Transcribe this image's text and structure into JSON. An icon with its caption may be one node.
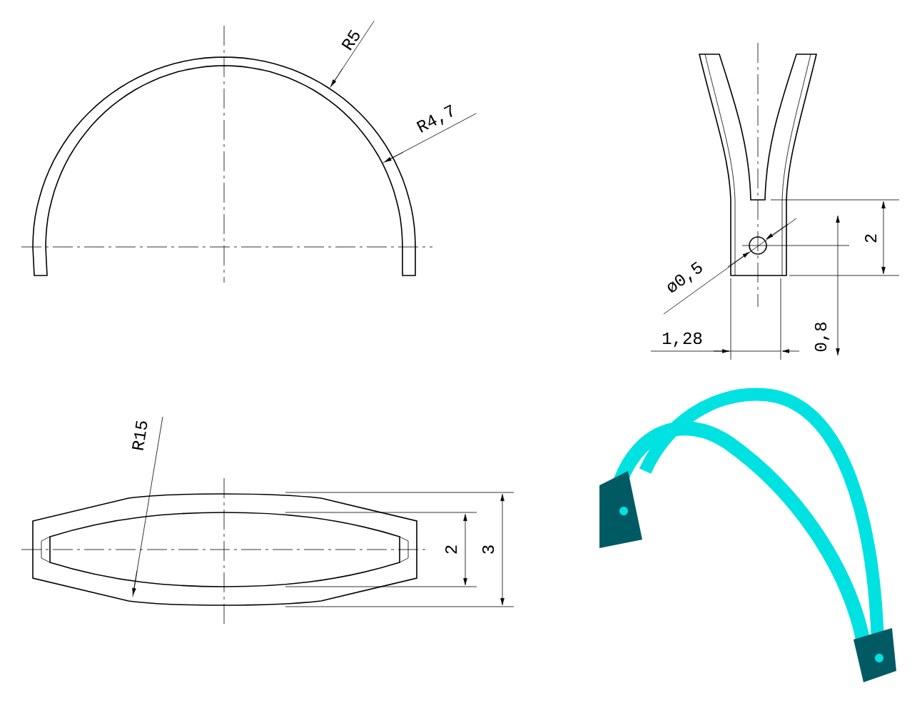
{
  "diagram": {
    "labels": [
      "R5",
      "R4,7",
      "ø0,5",
      "2",
      "1,28",
      "0,8",
      "R15",
      "2",
      "3"
    ]
  }
}
